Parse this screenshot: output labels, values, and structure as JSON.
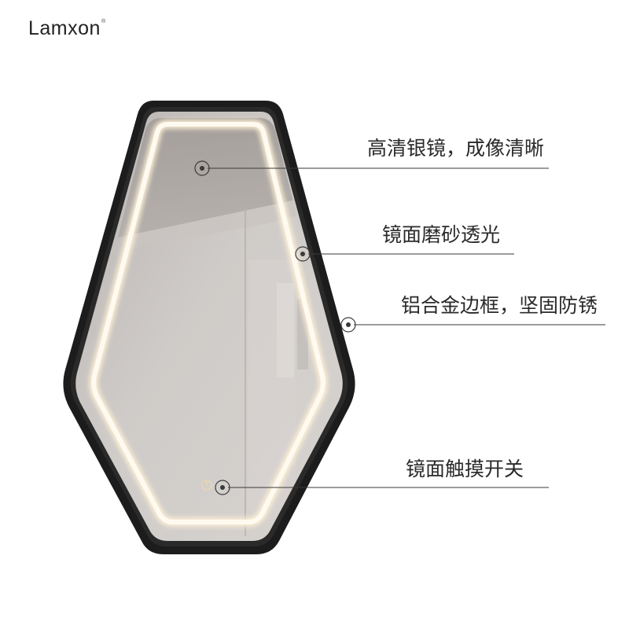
{
  "brand": {
    "name": "Lamxon",
    "mark": "®"
  },
  "callouts": [
    {
      "text": "高清银镜，成像清晰"
    },
    {
      "text": "镜面磨砂透光"
    },
    {
      "text": "铝合金边框，坚固防锈"
    },
    {
      "text": "镜面触摸开关"
    }
  ],
  "colors": {
    "frame": "#1c1c1c",
    "glow": "#fff6e2",
    "mirror": "#cbc6c2",
    "line": "#3a3a3a"
  },
  "icons": {
    "touch_switch": "power-icon"
  }
}
